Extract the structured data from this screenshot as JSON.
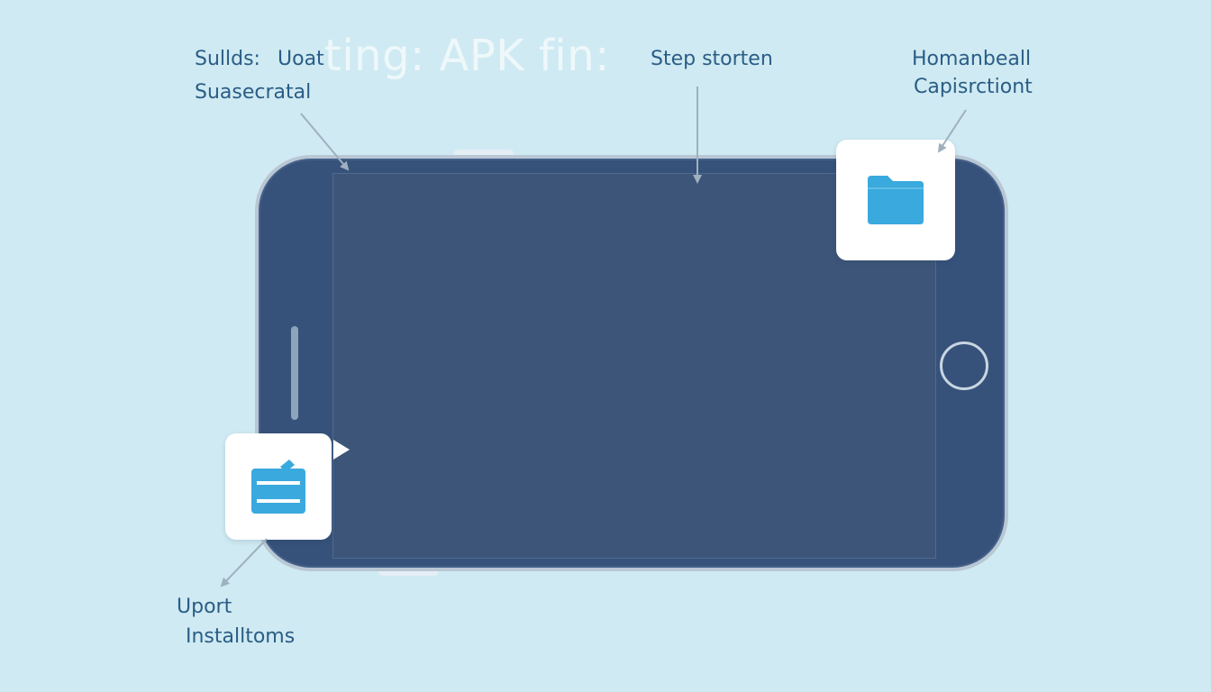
{
  "title": "ting: APK fin:",
  "labels": {
    "top_left_line1": "Sullds:",
    "top_left_line1b": "Uoat",
    "top_left_line2": "Suasecratal",
    "top_center": "Step storten",
    "top_right_line1": "Homanbeall",
    "top_right_line2": "Capisrctiont",
    "bottom_left_line1": "Uport",
    "bottom_left_line2": "Installtoms"
  },
  "icons": {
    "folder": "folder-icon",
    "install": "install-box-icon",
    "home": "home-button-icon",
    "pointer": "play-pointer-icon"
  },
  "colors": {
    "background": "#cfeaf2",
    "phone_body": "#37527a",
    "screen": "#3d5578",
    "accent_blue": "#3aa9dd",
    "label_text": "#2a5d86"
  }
}
